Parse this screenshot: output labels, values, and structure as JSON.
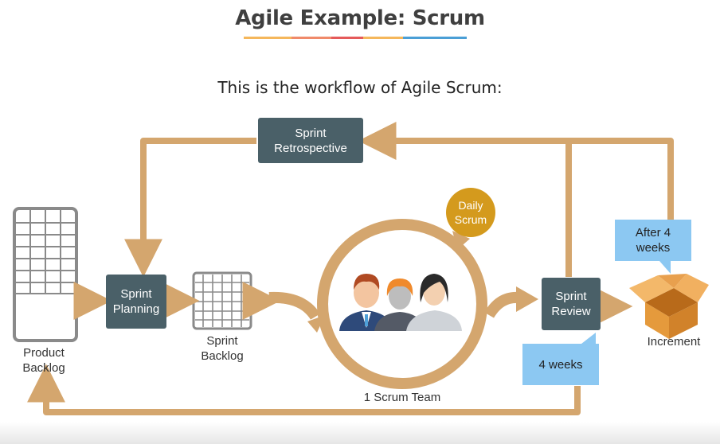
{
  "header": {
    "title": "Agile Example: Scrum",
    "underline_colors": [
      "#f5b75b",
      "#f08a6a",
      "#e55a5a",
      "#f5b75b",
      "#4b9fd6",
      "#4b9fd6"
    ],
    "subtitle": "This is the workflow of Agile Scrum:"
  },
  "colors": {
    "arrow": "#d4a66e",
    "process_box": "#4a6068",
    "callout": "#8cc8f2",
    "daily_badge": "#d49a1d",
    "grid": "#8a8a8a"
  },
  "diagram": {
    "product_backlog": "Product Backlog",
    "sprint_planning": "Sprint Planning",
    "sprint_backlog": "Sprint Backlog",
    "sprint_retrospective": "Sprint Retrospective",
    "daily_scrum": "Daily Scrum",
    "scrum_team": "1 Scrum Team",
    "sprint_review": "Sprint Review",
    "increment": "Increment",
    "after_4_weeks": "After 4 weeks",
    "four_weeks": "4 weeks"
  }
}
